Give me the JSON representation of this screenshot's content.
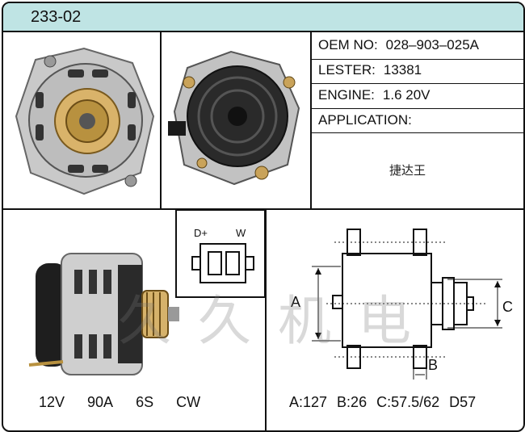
{
  "header": {
    "part_no": "233-02"
  },
  "specs": [
    {
      "label": "OEM NO:",
      "value": "028–903–025A"
    },
    {
      "label": "LESTER:",
      "value": "13381"
    },
    {
      "label": "ENGINE:",
      "value": "1.6   20V"
    },
    {
      "label": "APPLICATION:",
      "value": ""
    }
  ],
  "application_note": "捷达王",
  "connector": {
    "pin_left": "D+",
    "pin_right": "W"
  },
  "dimension_labels": {
    "a": "A",
    "b": "B",
    "c": "C"
  },
  "ratings": [
    "12V",
    "90A",
    "6S",
    "CW"
  ],
  "dimensions": [
    "A:127",
    "B:26",
    "C:57.5/62",
    "D57"
  ],
  "watermark": "久 久 机 电",
  "colors": {
    "header_bg": "#bfe4e4",
    "border": "#111111"
  }
}
